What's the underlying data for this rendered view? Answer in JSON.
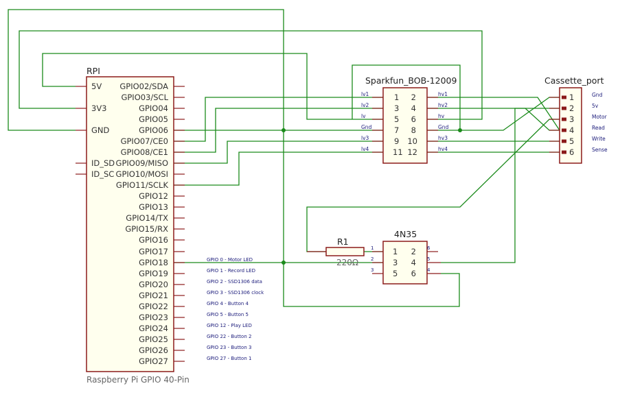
{
  "rpi": {
    "ref": "RPI",
    "value": "Raspberry Pi GPIO 40-Pin",
    "left_pins": [
      "5V",
      "3V3",
      "GND",
      "ID_SD",
      "ID_SC"
    ],
    "right_pins": [
      "GPIO02/SDA",
      "GPIO03/SCL",
      "GPIO04",
      "GPIO05",
      "GPIO06",
      "GPIO07/CE0",
      "GPIO08/CE1",
      "GPIO09/MISO",
      "GPIO10/MOSI",
      "GPIO11/SCLK",
      "GPIO12",
      "GPIO13",
      "GPIO14/TX",
      "GPIO15/RX",
      "GPIO16",
      "GPIO17",
      "GPIO18",
      "GPIO19",
      "GPIO20",
      "GPIO21",
      "GPIO22",
      "GPIO23",
      "GPIO24",
      "GPIO25",
      "GPIO26",
      "GPIO27"
    ]
  },
  "bob": {
    "ref": "Sparkfun_BOB-12009",
    "left_pin_numbers": [
      "1",
      "3",
      "5",
      "7",
      "9",
      "11"
    ],
    "right_pin_numbers": [
      "2",
      "4",
      "6",
      "8",
      "10",
      "12"
    ],
    "left_nets": [
      "lv1",
      "lv2",
      "lv",
      "Gnd",
      "lv3",
      "lv4"
    ],
    "right_nets": [
      "hv1",
      "hv2",
      "hv",
      "Gnd",
      "hv3",
      "hv4"
    ]
  },
  "cassette": {
    "ref": "Cassette_port",
    "pin_numbers": [
      "1",
      "2",
      "3",
      "4",
      "5",
      "6"
    ],
    "pin_labels": [
      "Gnd",
      "5v",
      "Motor",
      "Read",
      "Write",
      "Sense"
    ]
  },
  "resistor": {
    "ref": "R1",
    "value": "220Ω",
    "pin1": "1"
  },
  "opto": {
    "ref": "4N35",
    "left_pin_numbers": [
      "1",
      "3",
      "5"
    ],
    "right_pin_numbers": [
      "2",
      "4",
      "6"
    ],
    "outer_left": [
      "1",
      "2",
      "3"
    ],
    "outer_right": [
      "6",
      "5",
      "4"
    ]
  },
  "notes": [
    "GPIO 0 - Motor LED",
    "GPIO 1 - Record LED",
    "GPIO 2 - SSD1306 data",
    "GPIO 3 - SSD1306 clock",
    "GPIO 4 - Button 4",
    "GPIO 5 - Button 5",
    "GPIO 12 - Play LED",
    "GPIO 22 - Button 2",
    "GPIO 23 - Button 3",
    "GPIO 27 - Button 1"
  ]
}
